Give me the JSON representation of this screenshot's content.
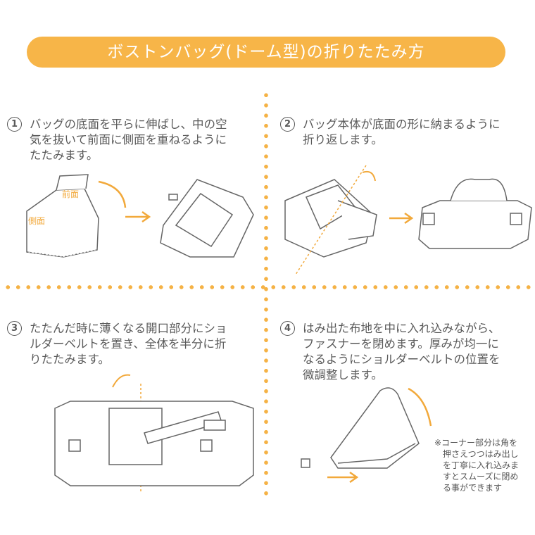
{
  "title": "ボストンバッグ(ドーム型)の折りたたみ方",
  "steps": [
    {
      "number": "1",
      "lines": [
        "バッグの底面を平らに伸ばし、中の空",
        "気を抜いて前面に側面を重ねるように",
        "たたみます。"
      ],
      "labels": {
        "front": "前面",
        "side": "側面"
      }
    },
    {
      "number": "2",
      "lines": [
        "バッグ本体が底面の形に納まるように",
        "折り返します。"
      ]
    },
    {
      "number": "3",
      "lines": [
        "たたんだ時に薄くなる開口部分にショ",
        "ルダーベルトを置き、全体を半分に折",
        "りたたみます。"
      ]
    },
    {
      "number": "4",
      "lines": [
        "はみ出た布地を中に入れ込みながら、",
        "ファスナーを閉めます。厚みが均一に",
        "なるようにショルダーベルトの位置を",
        "微調整します。"
      ]
    }
  ],
  "note": [
    "※コーナー部分は角を",
    "押さえつつはみ出し",
    "を丁寧に入れ込みま",
    "すとスムーズに閉め",
    "る事ができます"
  ],
  "colors": {
    "accent": "#f7b548",
    "line": "#666666"
  }
}
